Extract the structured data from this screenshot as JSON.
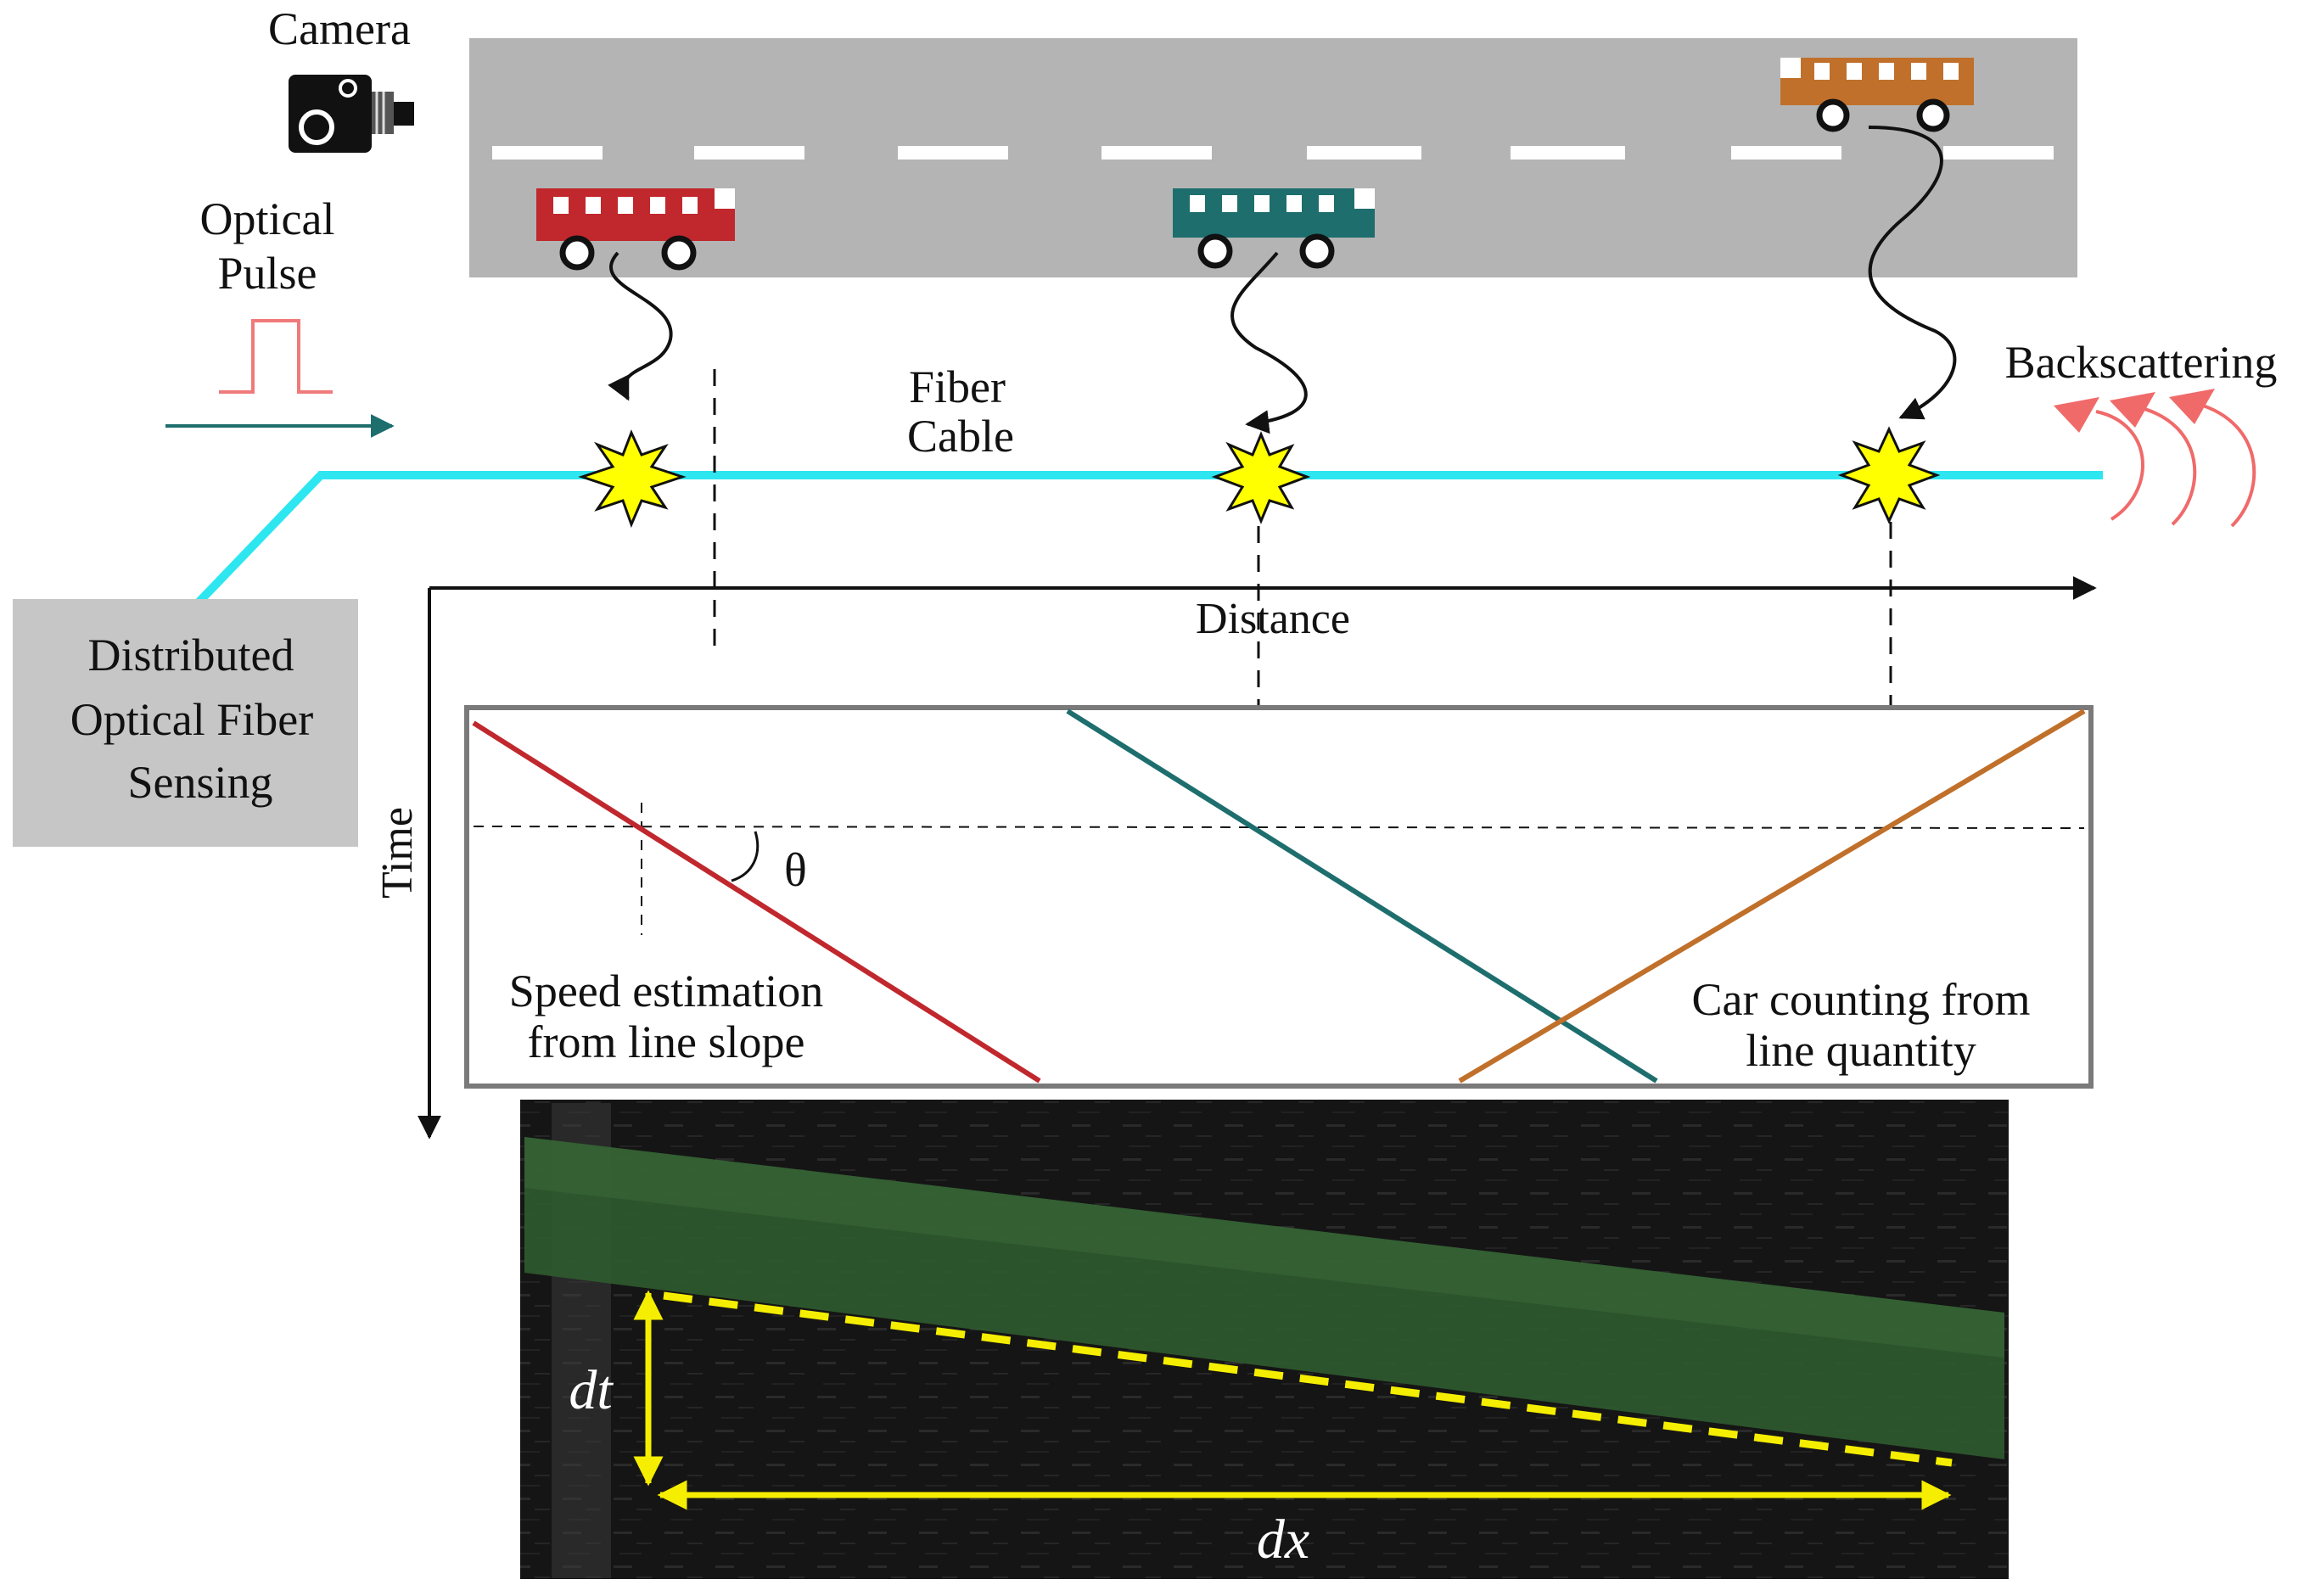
{
  "labels": {
    "camera": "Camera",
    "optical_pulse_line1": "Optical",
    "optical_pulse_line2": "Pulse",
    "fiber_line1": "Fiber",
    "fiber_line2": "Cable",
    "backscattering": "Backscattering",
    "dofs_line1": "Distributed",
    "dofs_line2": "Optical Fiber",
    "dofs_line3": "Sensing",
    "distance_axis": "Distance",
    "time_axis": "Time",
    "theta": "θ",
    "speed_line1": "Speed estimation",
    "speed_line2": "from line slope",
    "count_line1": "Car counting from",
    "count_line2": "line quantity",
    "dt": "dt",
    "dx": "dx"
  },
  "icons": [
    "camera-icon",
    "optical-pulse-icon",
    "backscatter-arrows-icon",
    "vibration-burst-icon"
  ],
  "colors": {
    "road": "#b4b4b4",
    "lane_marking": "#ffffff",
    "fiber": "#2ee6f0",
    "vehicle_red": "#c0282d",
    "vehicle_teal": "#1e6e6e",
    "vehicle_orange": "#c0702a",
    "burst": "#ffff00",
    "pulse": "#f07a7a",
    "backscatter": "#f06a6a",
    "dofs_box": "#c6c6c6",
    "highlight_band": "#2f5a2f",
    "measure": "#f5ee00"
  }
}
